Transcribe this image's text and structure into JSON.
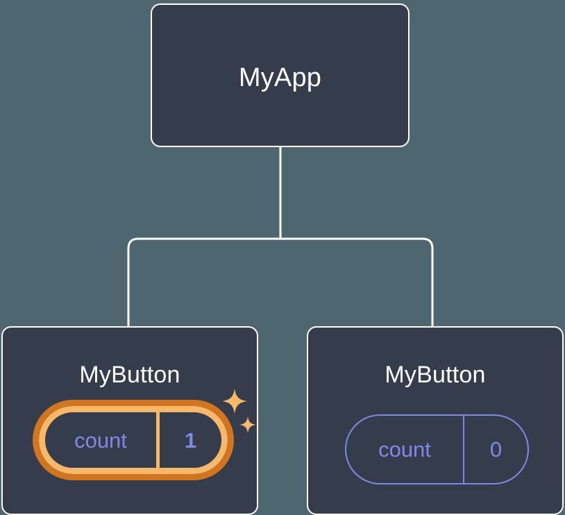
{
  "diagram": {
    "type": "component-tree",
    "background_color": "#4d6670",
    "node_fill_color": "#353d4c",
    "node_border_color": "#ffffff",
    "connector_color": "#ffffff",
    "state_text_color": "#8287e8",
    "highlight_outer_color": "#d1751e",
    "highlight_inner_color": "#f8b86a",
    "sparkle_color": "#f8b86a"
  },
  "root": {
    "title": "MyApp"
  },
  "children": [
    {
      "title": "MyButton",
      "state": {
        "key": "count",
        "value": "1"
      },
      "highlighted": true,
      "sparkles": true
    },
    {
      "title": "MyButton",
      "state": {
        "key": "count",
        "value": "0"
      },
      "highlighted": false,
      "sparkles": false
    }
  ]
}
